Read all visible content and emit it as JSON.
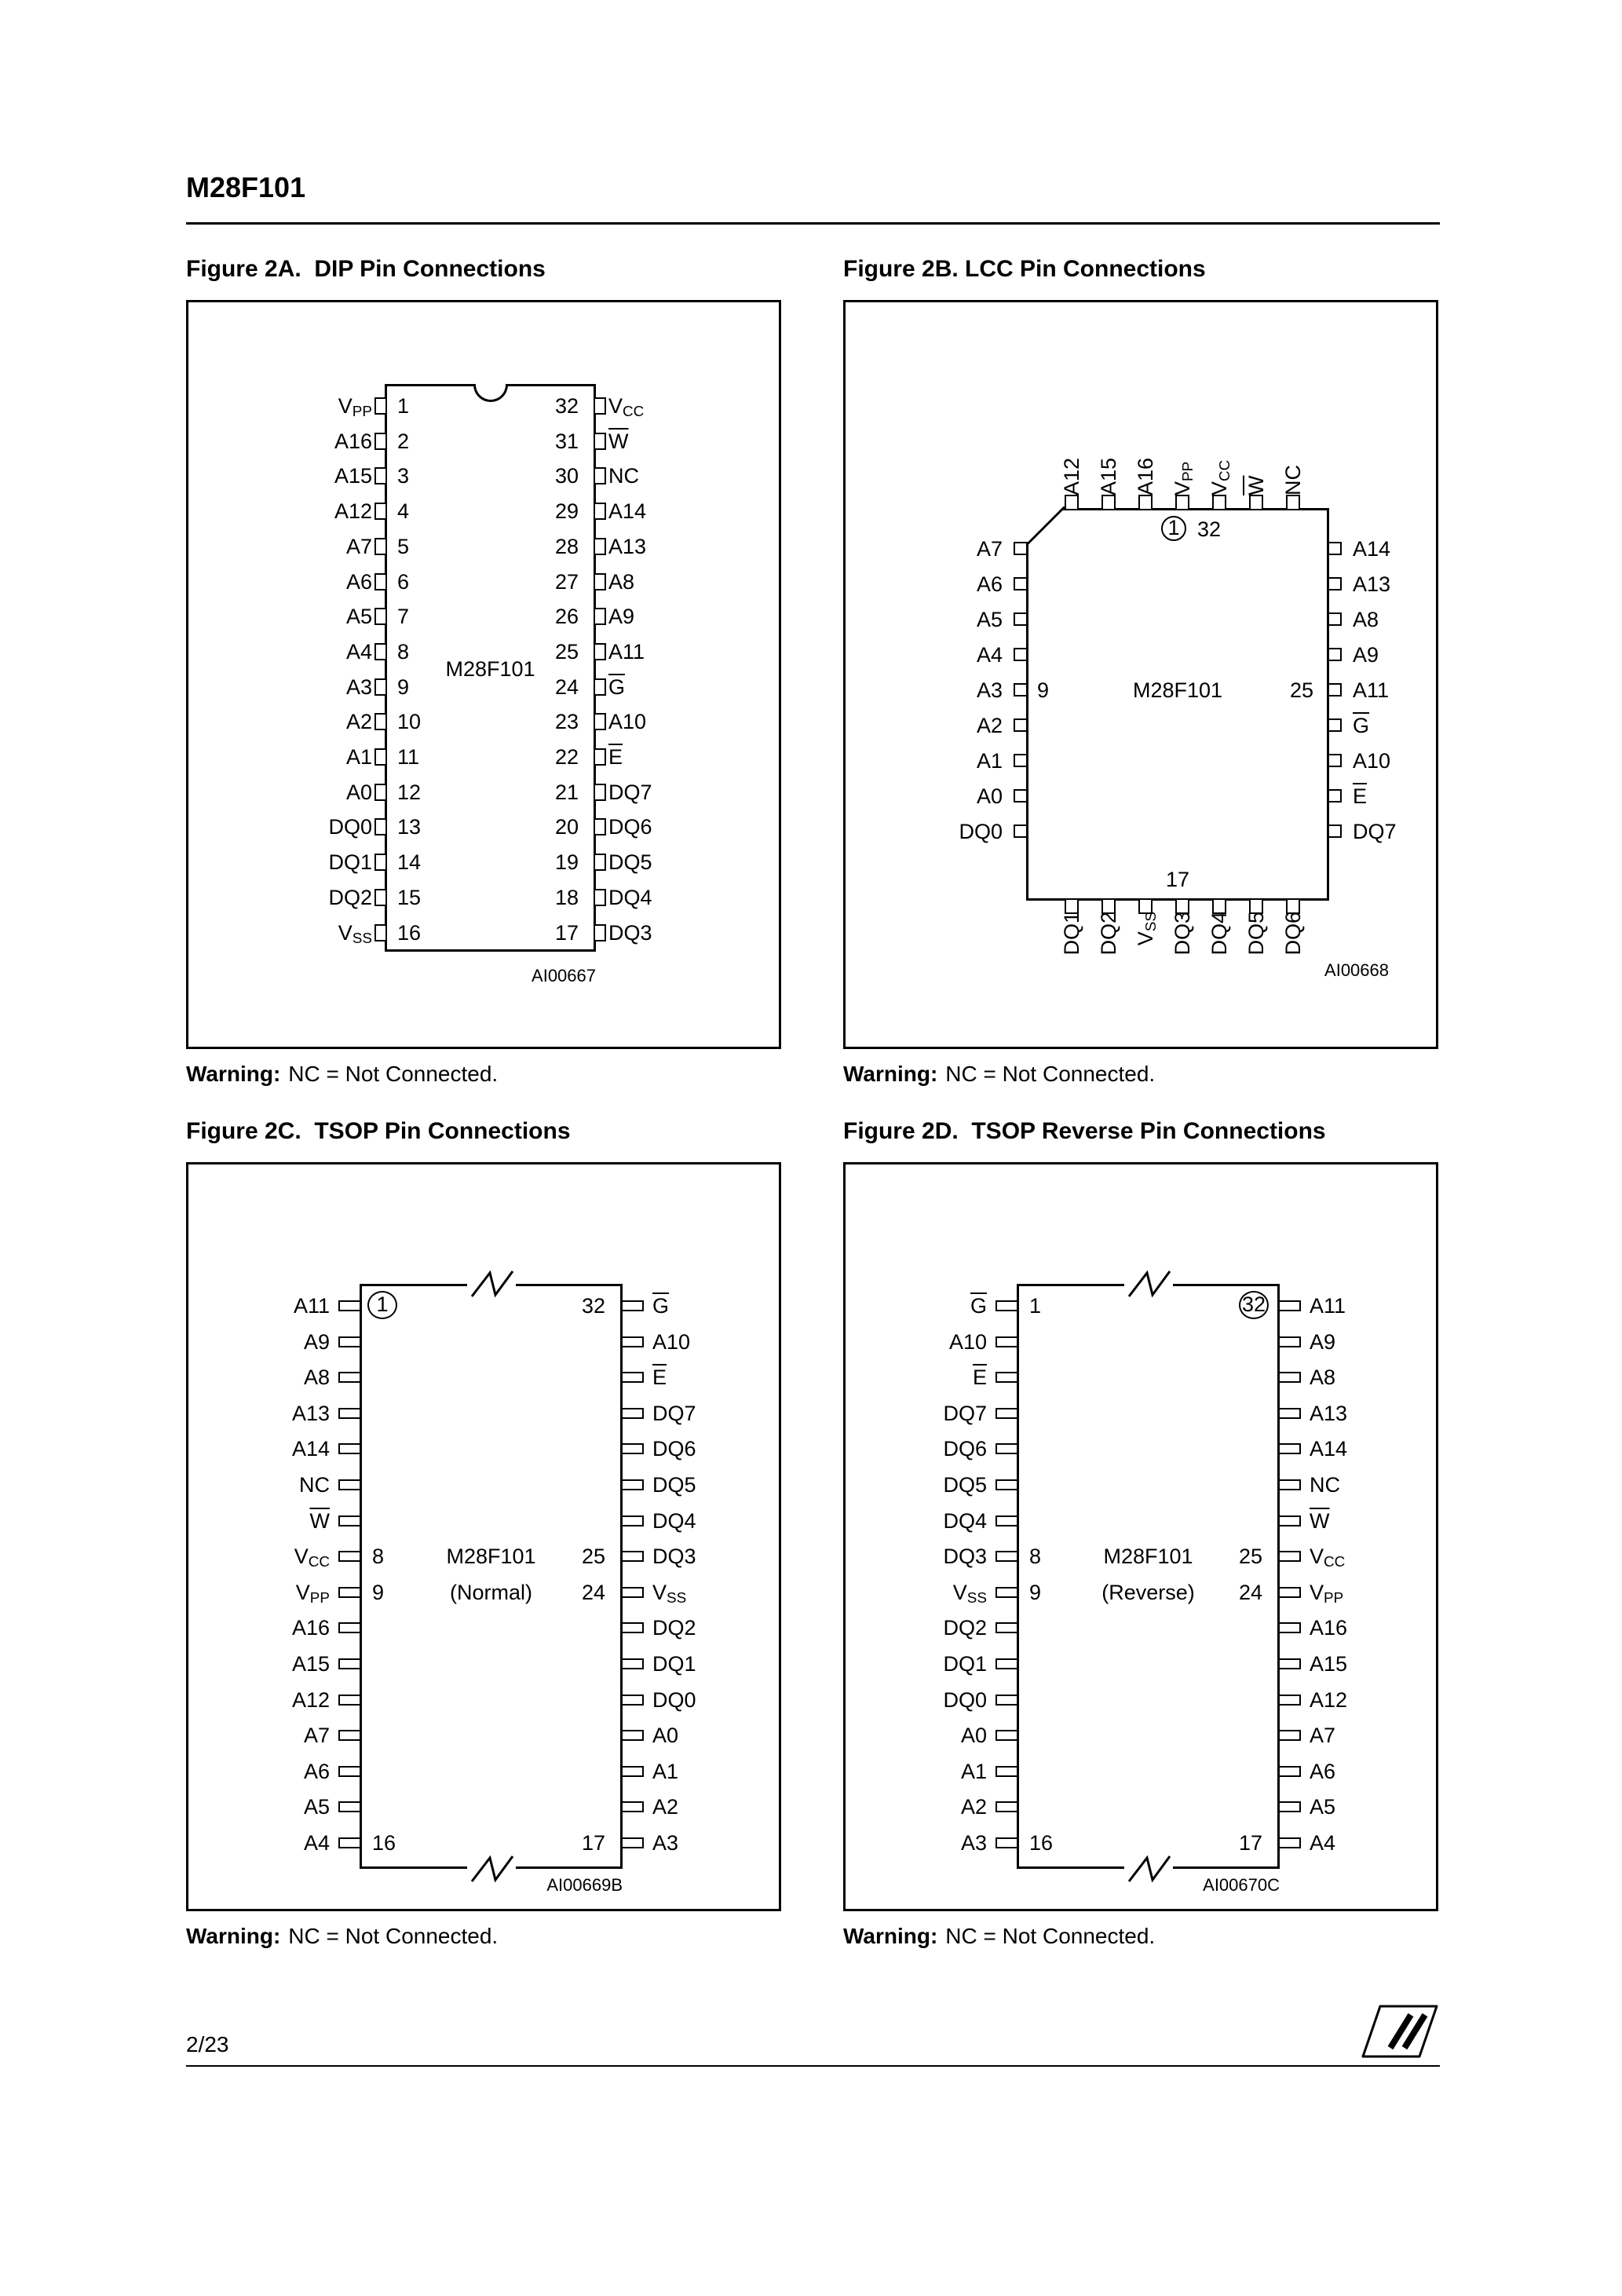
{
  "page": {
    "doc_title": "M28F101",
    "page_number": "2/23"
  },
  "warning": {
    "bold": "Warning:",
    "text": "NC = Not Connected."
  },
  "figures": {
    "dip": {
      "title": "Figure 2A.  DIP Pin Connections",
      "chip_name": "M28F101",
      "note": "AI00667",
      "left_pins": [
        {
          "num": "1",
          "label": "V_PP"
        },
        {
          "num": "2",
          "label": "A16"
        },
        {
          "num": "3",
          "label": "A15"
        },
        {
          "num": "4",
          "label": "A12"
        },
        {
          "num": "5",
          "label": "A7"
        },
        {
          "num": "6",
          "label": "A6"
        },
        {
          "num": "7",
          "label": "A5"
        },
        {
          "num": "8",
          "label": "A4"
        },
        {
          "num": "9",
          "label": "A3"
        },
        {
          "num": "10",
          "label": "A2"
        },
        {
          "num": "11",
          "label": "A1"
        },
        {
          "num": "12",
          "label": "A0"
        },
        {
          "num": "13",
          "label": "DQ0"
        },
        {
          "num": "14",
          "label": "DQ1"
        },
        {
          "num": "15",
          "label": "DQ2"
        },
        {
          "num": "16",
          "label": "V_SS"
        }
      ],
      "right_pins": [
        {
          "num": "32",
          "label": "V_CC"
        },
        {
          "num": "31",
          "label": "~W"
        },
        {
          "num": "30",
          "label": "NC"
        },
        {
          "num": "29",
          "label": "A14"
        },
        {
          "num": "28",
          "label": "A13"
        },
        {
          "num": "27",
          "label": "A8"
        },
        {
          "num": "26",
          "label": "A9"
        },
        {
          "num": "25",
          "label": "A11"
        },
        {
          "num": "24",
          "label": "~G"
        },
        {
          "num": "23",
          "label": "A10"
        },
        {
          "num": "22",
          "label": "~E"
        },
        {
          "num": "21",
          "label": "DQ7"
        },
        {
          "num": "20",
          "label": "DQ6"
        },
        {
          "num": "19",
          "label": "DQ5"
        },
        {
          "num": "18",
          "label": "DQ4"
        },
        {
          "num": "17",
          "label": "DQ3"
        }
      ]
    },
    "lcc": {
      "title": "Figure 2B. LCC Pin Connections",
      "chip_name": "M28F101",
      "note": "AI00668",
      "top_pins": [
        "A12",
        "A15",
        "A16",
        "V_PP",
        "V_CC",
        "~W",
        "NC"
      ],
      "left_pins": [
        "A7",
        "A6",
        "A5",
        "A4",
        "A3",
        "A2",
        "A1",
        "A0",
        "DQ0"
      ],
      "right_pins": [
        "A14",
        "A13",
        "A8",
        "A9",
        "A11",
        "~G",
        "A10",
        "~E",
        "DQ7"
      ],
      "bottom_pins": [
        "DQ1",
        "DQ2",
        "V_SS",
        "DQ3",
        "DQ4",
        "DQ5",
        "DQ6"
      ],
      "markers": {
        "pin1": "1",
        "top": "32",
        "left": "9",
        "right": "25",
        "bottom": "17"
      }
    },
    "tsop": {
      "title": "Figure 2C.  TSOP Pin Connections",
      "chip_name": "M28F101",
      "chip_mode": "(Normal)",
      "note": "AI00669B",
      "left_pins": [
        "A11",
        "A9",
        "A8",
        "A13",
        "A14",
        "NC",
        "~W",
        "V_CC",
        "V_PP",
        "A16",
        "A15",
        "A12",
        "A7",
        "A6",
        "A5",
        "A4"
      ],
      "right_pins": [
        "~G",
        "A10",
        "~E",
        "DQ7",
        "DQ6",
        "DQ5",
        "DQ4",
        "DQ3",
        "V_SS",
        "DQ2",
        "DQ1",
        "DQ0",
        "A0",
        "A1",
        "A2",
        "A3"
      ],
      "inner_numbers": {
        "rows": [
          0,
          7,
          8,
          15
        ],
        "left": [
          "1",
          "8",
          "9",
          "16"
        ],
        "right": [
          "32",
          "25",
          "24",
          "17"
        ],
        "circled": "left-0"
      }
    },
    "tsop_reverse": {
      "title": "Figure 2D.  TSOP Reverse Pin Connections",
      "chip_name": "M28F101",
      "chip_mode": "(Reverse)",
      "note": "AI00670C",
      "left_pins": [
        "~G",
        "A10",
        "~E",
        "DQ7",
        "DQ6",
        "DQ5",
        "DQ4",
        "DQ3",
        "V_SS",
        "DQ2",
        "DQ1",
        "DQ0",
        "A0",
        "A1",
        "A2",
        "A3"
      ],
      "right_pins": [
        "A11",
        "A9",
        "A8",
        "A13",
        "A14",
        "NC",
        "~W",
        "V_CC",
        "V_PP",
        "A16",
        "A15",
        "A12",
        "A7",
        "A6",
        "A5",
        "A4"
      ],
      "inner_numbers": {
        "rows": [
          0,
          7,
          8,
          15
        ],
        "left": [
          "1",
          "8",
          "9",
          "16"
        ],
        "right": [
          "32",
          "25",
          "24",
          "17"
        ],
        "circled": "right-0"
      }
    }
  }
}
